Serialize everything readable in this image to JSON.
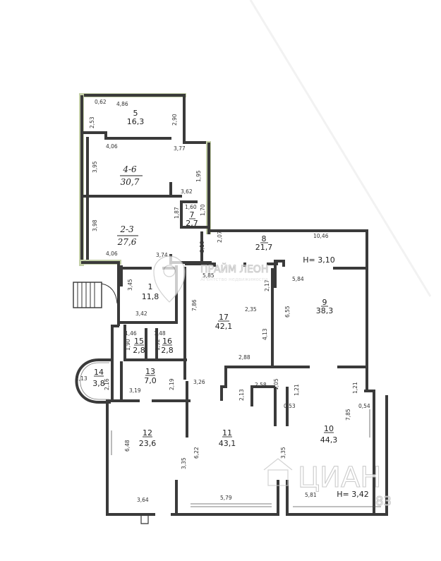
{
  "rooms": [
    {
      "id": "r5",
      "number": "5",
      "area": "16,3"
    },
    {
      "id": "r46",
      "number": "4-6",
      "area": "30,7"
    },
    {
      "id": "r23",
      "number": "2-3",
      "area": "27,6"
    },
    {
      "id": "r7",
      "number": "7",
      "area": "2,7"
    },
    {
      "id": "r8",
      "number": "8",
      "area": "21,7"
    },
    {
      "id": "r9",
      "number": "9",
      "area": "38,3"
    },
    {
      "id": "r1",
      "number": "1",
      "area": "11,8"
    },
    {
      "id": "r17",
      "number": "17",
      "area": "42,1"
    },
    {
      "id": "r15",
      "number": "15",
      "area": "2,8"
    },
    {
      "id": "r16",
      "number": "16",
      "area": "2,8"
    },
    {
      "id": "r14",
      "number": "14",
      "area": "3,8"
    },
    {
      "id": "r13",
      "number": "13",
      "area": "7,0"
    },
    {
      "id": "r12",
      "number": "12",
      "area": "23,6"
    },
    {
      "id": "r11",
      "number": "11",
      "area": "43,1"
    },
    {
      "id": "r10",
      "number": "10",
      "area": "44,3"
    }
  ],
  "heights": {
    "upper": "H= 3,10",
    "lower": "H= 3,42"
  },
  "dimensions": [
    "0,62",
    "4,86",
    "2,53",
    "2,90",
    "4,06",
    "3,77",
    "3,95",
    "1,95",
    "3,62",
    "1,60",
    "1,87",
    "1,70",
    "3,98",
    "4,06",
    "3,74",
    "2,10",
    "2,07",
    "10,46",
    "5,85",
    "5,84",
    "2,17",
    "3,45",
    "3,42",
    "2,35",
    "6,55",
    "7,86",
    "4,13",
    "1,46",
    "1,48",
    "1,90",
    "1,92",
    "2,88",
    "2,13",
    "2,16",
    "3,19",
    "2,19",
    "3,26",
    "2,13",
    "2,58",
    "1,05",
    "1,21",
    "1,21",
    "0,53",
    "0,54",
    "7,85",
    "6,48",
    "3,35",
    "6,22",
    "3,35",
    "3,64",
    "5,79",
    "5,81"
  ],
  "watermarks": {
    "agency_name": "ПРАЙМ ЛЕОН",
    "agency_tagline": "Агентство недвижимости",
    "cian_name": "ЦИАН",
    "cian_suffix": "83"
  }
}
